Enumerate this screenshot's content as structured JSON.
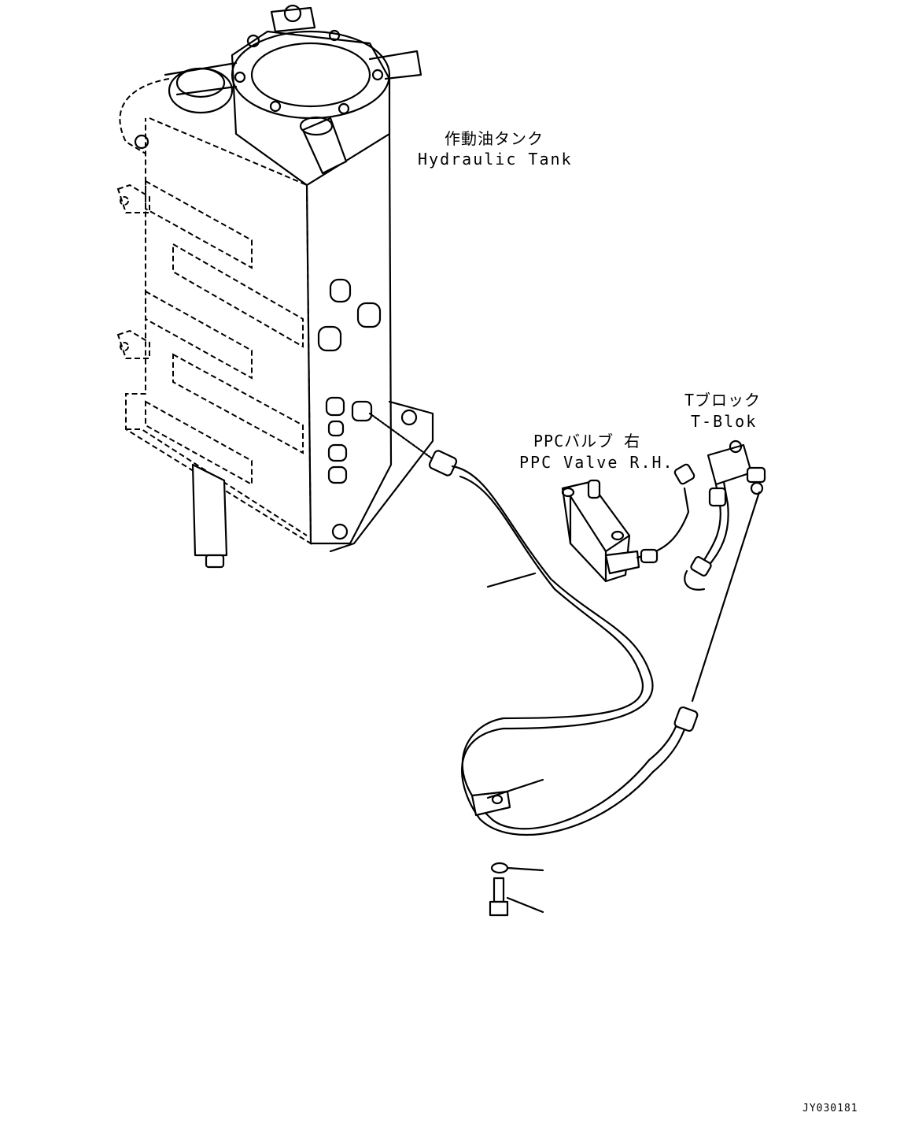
{
  "labels": {
    "tank_jp": "作動油タンク",
    "tank_en": "Hydraulic Tank",
    "ppc_jp": "PPCバルブ 右",
    "ppc_en": "PPC Valve R.H.",
    "tblock_jp": "Tブロック",
    "tblock_en": "T-Blok"
  },
  "drawing_code": "JY030181"
}
